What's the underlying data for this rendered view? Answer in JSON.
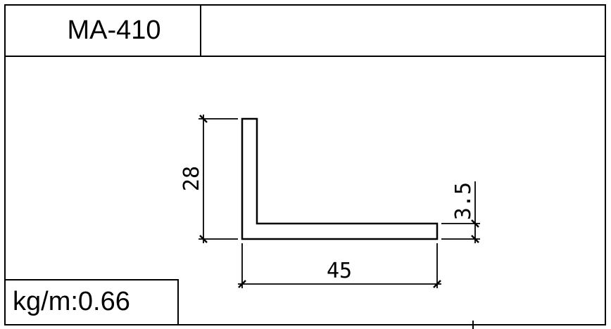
{
  "title_block": {
    "profile_code": "MA-410",
    "description": ""
  },
  "weight": {
    "label": "kg/m:0.66"
  },
  "dimensions": {
    "height": "28",
    "width": "45",
    "thickness": "3.5"
  }
}
